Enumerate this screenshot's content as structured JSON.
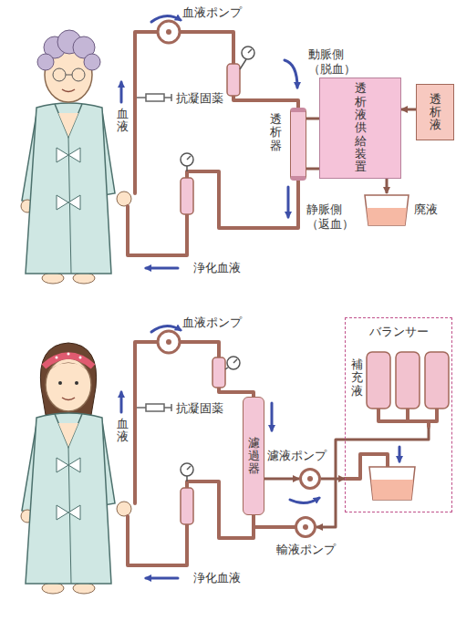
{
  "diagram": {
    "nodes": [
      {
        "text": [
          "透析器"
        ]
      },
      {
        "text": [
          "透析液供給装置"
        ]
      },
      {
        "text": [
          "透析液"
        ]
      },
      {
        "text": [
          "廃液"
        ]
      },
      {
        "text": [
          "濾過器"
        ]
      },
      {
        "text": [
          "バランサー"
        ]
      },
      {
        "text": [
          "補充液"
        ],
        "in": 5
      },
      {
        "text": [
          "濾液ポンプ"
        ]
      },
      {
        "text": [
          "輸液ポンプ"
        ]
      }
    ],
    "edges": [
      {
        "from": 0,
        "to": 1,
        "arrow": "none"
      },
      {
        "from": 1,
        "to": 0,
        "arrow": "none"
      },
      {
        "from": 2,
        "to": 1,
        "arrow": "to"
      },
      {
        "from": 1,
        "to": 3,
        "arrow": "to"
      },
      {
        "from": 4,
        "to": 7,
        "arrow": "to"
      },
      {
        "from": 7,
        "to": 5,
        "arrow": "to"
      },
      {
        "from": 6,
        "to": 8,
        "arrow": "to"
      }
    ],
    "labels": [
      "血液ポンプ",
      "血液",
      "抗凝固薬",
      "動脈側 （脱血）",
      "静脈側 （返血）",
      "浄化血液",
      "血液ポンプ",
      "血液",
      "抗凝固薬",
      "浄化血液"
    ]
  }
}
